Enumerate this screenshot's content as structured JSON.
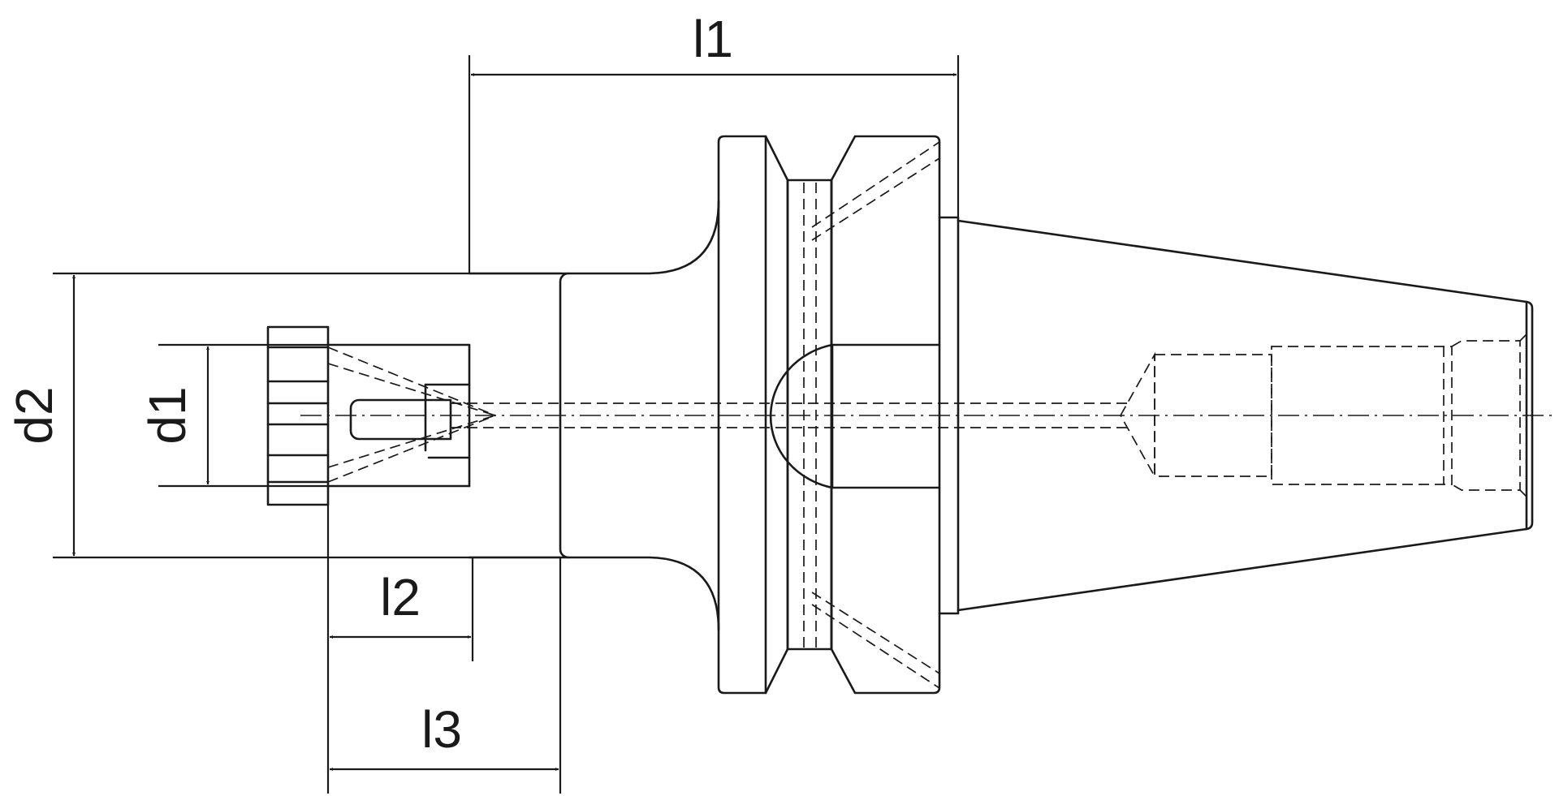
{
  "dimensions": {
    "l1": "l1",
    "l2": "l2",
    "l3": "l3",
    "d1": "d1",
    "d2": "d2"
  }
}
